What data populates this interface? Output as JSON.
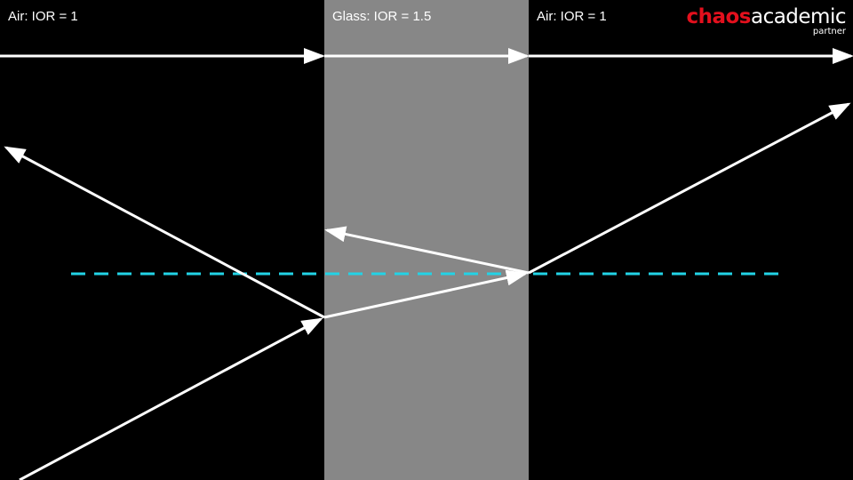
{
  "labels": {
    "left_medium": "Air: IOR = 1",
    "middle_medium": "Glass: IOR = 1.5",
    "right_medium": "Air: IOR = 1"
  },
  "logo": {
    "brand": "chaos",
    "word": "academic",
    "sub": "partner",
    "brand_color": "#e3101d"
  },
  "colors": {
    "background": "#000000",
    "glass": "#878787",
    "ray": "#ffffff",
    "normal_line": "#22d3e6"
  }
}
